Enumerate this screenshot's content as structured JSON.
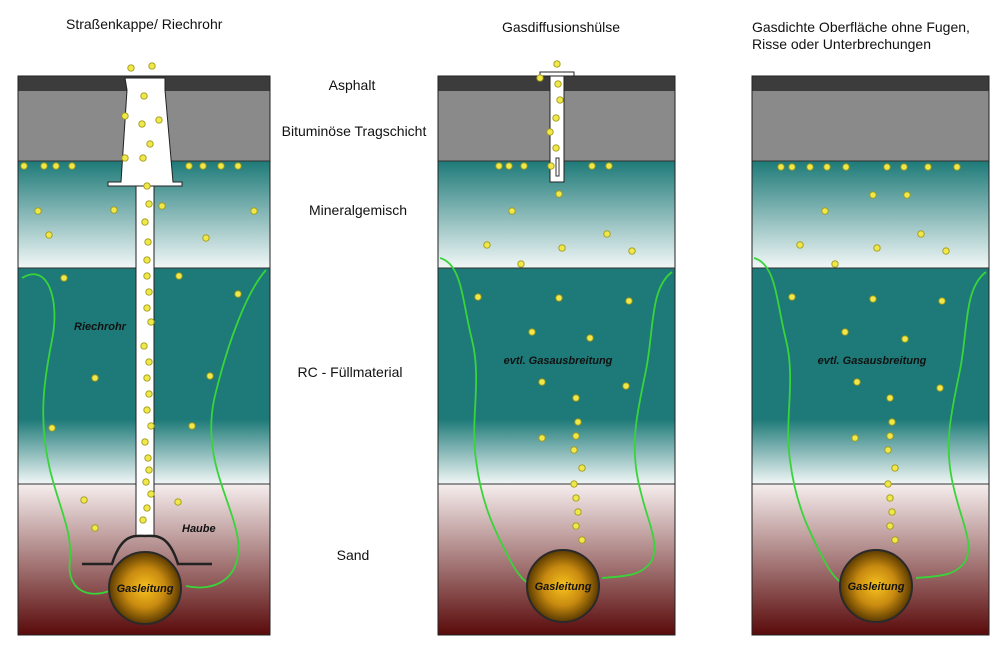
{
  "colors": {
    "asphalt": "#3c3c3c",
    "base_course": "#8a8a8a",
    "teal_dark": "#1d7a78",
    "teal_light": "#f2f7f7",
    "sand_light": "#f6eeee",
    "sand_dark": "#5a0a0a",
    "gas_bubble": "#f0e84a",
    "gas_outline": "#a09a18",
    "spread_line": "#39d439",
    "pipe_glow": "#f7c21e",
    "pipe_dark": "#5a3a00"
  },
  "titles": {
    "left": "Straßenkappe/ Riechrohr",
    "middle": "Gasdiffusionshülse",
    "right": "Gasdichte Oberfläche ohne Fugen,\nRisse oder Unterbrechungen"
  },
  "layers": {
    "asphalt": "Asphalt",
    "base_course": "Bituminöse Tragschicht",
    "mineral": "Mineralgemisch",
    "rc_fill": "RC - Füllmaterial",
    "sand": "Sand"
  },
  "annotations": {
    "pipe_label": "Gasleitung",
    "sniffer_tube": "Riechrohr",
    "hood": "Haube",
    "gas_spread": "evtl. Gasausbreitung"
  },
  "icons": {
    "gas_bubble": "gas-bubble-icon",
    "gas_pipe": "gas-pipe-icon"
  }
}
